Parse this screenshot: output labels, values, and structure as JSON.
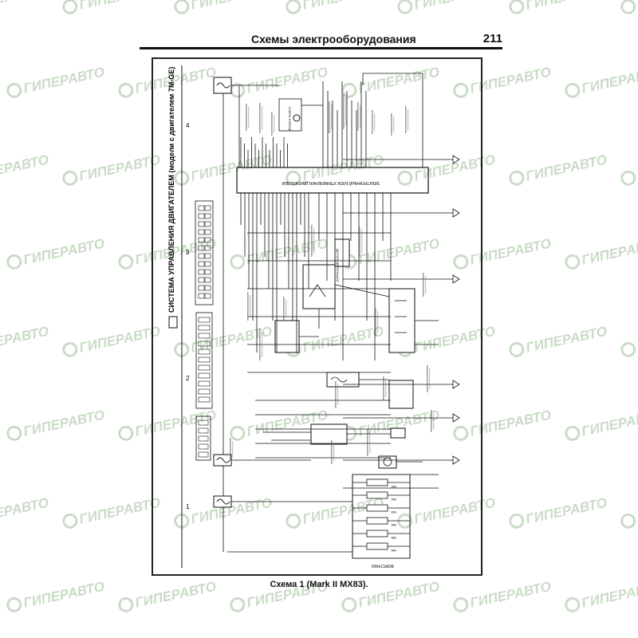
{
  "page": {
    "title": "Схемы электрооборудования",
    "page_number": "211",
    "caption": "Схема 1 (Mark II MX83)."
  },
  "diagram": {
    "heading": "СИСТЕМА УПРАВЛЕНИЯ ДВИГАТЕЛЕМ (модели с двигателем 7M-GE)",
    "section_numbers": [
      "1",
      "2",
      "3",
      "4"
    ],
    "ecu_label": "ЭЛЕКТРОННЫЙ БЛОК УПРАВЛЕНИЯ ДВИГАТЕЛЕМ",
    "check_engine_label": "CHECK ENGINE",
    "idle_label": "ДАТЧИК ДЕТОНАЦИИ",
    "injector_label": "ФОРСУНКИ",
    "injector_items": [
      "№1",
      "№2",
      "№3",
      "№4",
      "№5",
      "№6"
    ]
  },
  "watermark": {
    "text": "ГИПЕРАВТО",
    "color": "#c9dcc6"
  }
}
